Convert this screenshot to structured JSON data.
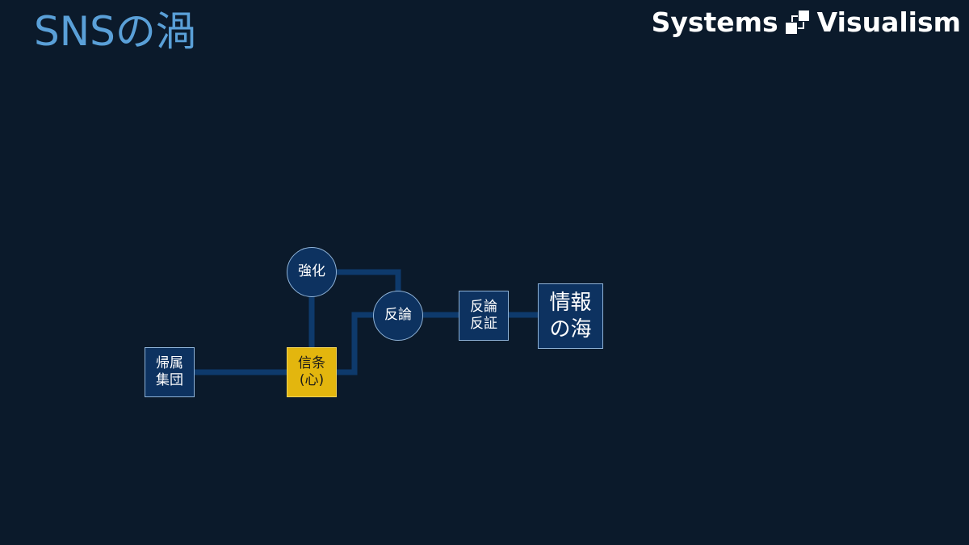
{
  "title": "SNSの渦",
  "brand": {
    "left": "Systems",
    "right": "Visualism",
    "logo_icon": "systems-visualism-logo"
  },
  "nodes": {
    "kizoku": "帰属\n集団",
    "shinjo": "信条\n(心)",
    "kyoka": "強化",
    "hanron": "反論",
    "hanron_hansho": "反論\n反証",
    "joho": "情報\nの海"
  },
  "colors": {
    "background": "#0b1a2b",
    "node_fill": "#0d3260",
    "node_border": "#8fb3d8",
    "highlight": "#e3b60e",
    "connector": "#0e3a6c",
    "title": "#5aa0d8"
  }
}
